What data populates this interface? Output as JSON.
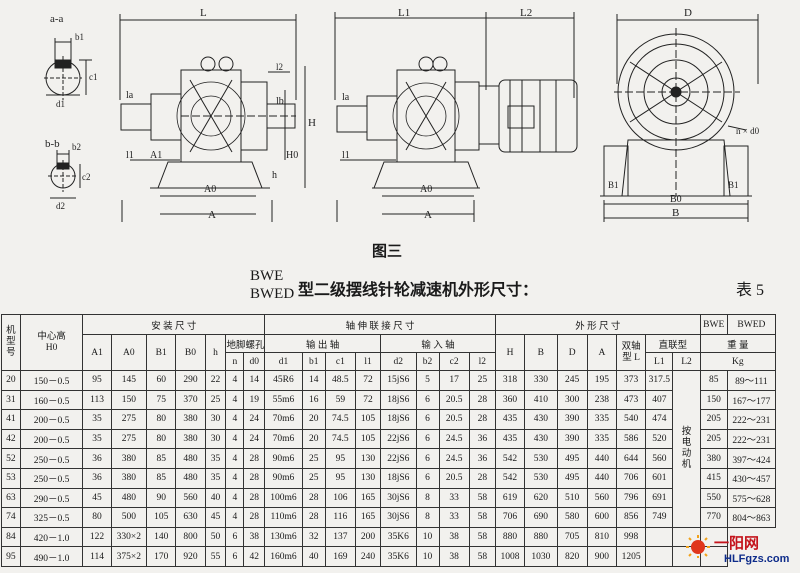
{
  "drawing": {
    "section_aa": {
      "title": "a-a",
      "labels": [
        "b1",
        "c1",
        "d1"
      ]
    },
    "section_bb": {
      "title": "b-b",
      "labels": [
        "b2",
        "c2",
        "d2"
      ]
    },
    "view_single": {
      "labels": [
        "L",
        "l2",
        "la",
        "lb",
        "H",
        "H0",
        "l1",
        "A1",
        "A0",
        "A",
        "h"
      ]
    },
    "view_motor": {
      "labels": [
        "L1",
        "L2",
        "la",
        "l1",
        "A0",
        "A"
      ]
    },
    "view_end": {
      "labels": [
        "D",
        "n × d0",
        "B1",
        "B1",
        "B0",
        "B"
      ]
    },
    "caption": "图三"
  },
  "title": {
    "type_a": "BWE",
    "type_b": "BWED",
    "main": "型二级摆线针轮减速机外形尺寸：",
    "table_no": "表 5"
  },
  "table": {
    "headers": {
      "model": "机型号",
      "center_height": "中心高",
      "center_h0": "H0",
      "install": "安 装 尺 寸",
      "shaft": "轴 伸 联 接 尺 寸",
      "outline": "外 形 尺 寸",
      "bwe": "BWE",
      "bwed": "BWED",
      "foot_bolt": "地脚螺孔",
      "output_shaft": "输 出 轴",
      "input_shaft": "输 入 轴",
      "dual_shaft": "双轴型 L",
      "direct_type": "直联型",
      "weight": "重 量",
      "weight_unit": "Kg",
      "A1": "A1",
      "A0": "A0",
      "B1": "B1",
      "B0": "B0",
      "h": "h",
      "n": "n",
      "d0": "d0",
      "d1": "d1",
      "b1": "b1",
      "c1": "c1",
      "l1": "l1",
      "d2": "d2",
      "b2": "b2",
      "c2": "c2",
      "l2": "l2",
      "H": "H",
      "B": "B",
      "D": "D",
      "A": "A",
      "L1": "L1",
      "L2": "L2"
    },
    "motor_note": "按 电 动 机",
    "rows": [
      [
        "20",
        "150－0.5",
        "95",
        "145",
        "60",
        "290",
        "22",
        "4",
        "14",
        "45R6",
        "14",
        "48.5",
        "72",
        "15jS6",
        "5",
        "17",
        "25",
        "318",
        "330",
        "245",
        "195",
        "373",
        "317.5",
        "85",
        "89～111"
      ],
      [
        "31",
        "160－0.5",
        "113",
        "150",
        "75",
        "370",
        "25",
        "4",
        "19",
        "55m6",
        "16",
        "59",
        "72",
        "18jS6",
        "6",
        "20.5",
        "28",
        "360",
        "410",
        "300",
        "238",
        "473",
        "407",
        "150",
        "167～177"
      ],
      [
        "41",
        "200－0.5",
        "35",
        "275",
        "80",
        "380",
        "30",
        "4",
        "24",
        "70m6",
        "20",
        "74.5",
        "105",
        "18jS6",
        "6",
        "20.5",
        "28",
        "435",
        "430",
        "390",
        "335",
        "540",
        "474",
        "205",
        "222～231"
      ],
      [
        "42",
        "200－0.5",
        "35",
        "275",
        "80",
        "380",
        "30",
        "4",
        "24",
        "70m6",
        "20",
        "74.5",
        "105",
        "22jS6",
        "6",
        "24.5",
        "36",
        "435",
        "430",
        "390",
        "335",
        "586",
        "520",
        "205",
        "222～231"
      ],
      [
        "52",
        "250－0.5",
        "36",
        "380",
        "85",
        "480",
        "35",
        "4",
        "28",
        "90m6",
        "25",
        "95",
        "130",
        "22jS6",
        "6",
        "24.5",
        "36",
        "542",
        "530",
        "495",
        "440",
        "644",
        "560",
        "380",
        "397～424"
      ],
      [
        "53",
        "250－0.5",
        "36",
        "380",
        "85",
        "480",
        "35",
        "4",
        "28",
        "90m6",
        "25",
        "95",
        "130",
        "18jS6",
        "6",
        "20.5",
        "28",
        "542",
        "530",
        "495",
        "440",
        "706",
        "601",
        "415",
        "430～457"
      ],
      [
        "63",
        "290－0.5",
        "45",
        "480",
        "90",
        "560",
        "40",
        "4",
        "28",
        "100m6",
        "28",
        "106",
        "165",
        "30jS6",
        "8",
        "33",
        "58",
        "619",
        "620",
        "510",
        "560",
        "796",
        "691",
        "550",
        "575～628"
      ],
      [
        "74",
        "325－0.5",
        "80",
        "500",
        "105",
        "630",
        "45",
        "4",
        "28",
        "110m6",
        "28",
        "116",
        "165",
        "30jS6",
        "8",
        "33",
        "58",
        "706",
        "690",
        "580",
        "600",
        "856",
        "749",
        "770",
        "804～863"
      ],
      [
        "84",
        "420－1.0",
        "122",
        "330×2",
        "140",
        "800",
        "50",
        "6",
        "38",
        "130m6",
        "32",
        "137",
        "200",
        "35K6",
        "10",
        "38",
        "58",
        "880",
        "880",
        "705",
        "810",
        "998",
        "",
        "",
        ""
      ],
      [
        "95",
        "490－1.0",
        "114",
        "375×2",
        "170",
        "920",
        "55",
        "6",
        "42",
        "160m6",
        "40",
        "169",
        "240",
        "35K6",
        "10",
        "38",
        "58",
        "1008",
        "1030",
        "820",
        "900",
        "1205",
        "",
        "",
        ""
      ]
    ]
  },
  "watermark": {
    "site_cn": "一阳网",
    "url": "HLFgzs.com"
  }
}
